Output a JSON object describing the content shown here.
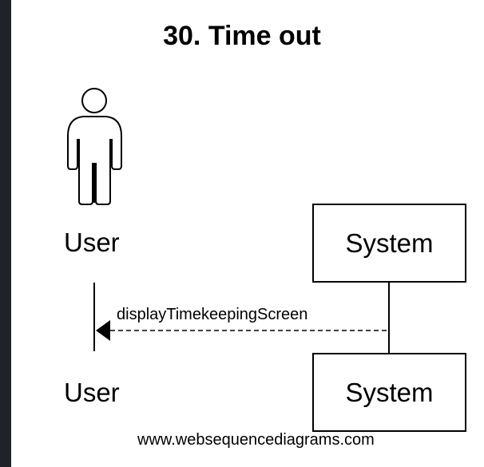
{
  "title": "30. Time out",
  "participants": {
    "user_label": "User",
    "system_label": "System"
  },
  "message": {
    "label": "displayTimekeepingScreen",
    "from": "System",
    "to": "User",
    "style": "dashed-return"
  },
  "watermark": "www.websequencediagrams.com",
  "colors": {
    "background": "#1f2329",
    "canvas": "#ffffff",
    "ink": "#000000"
  }
}
